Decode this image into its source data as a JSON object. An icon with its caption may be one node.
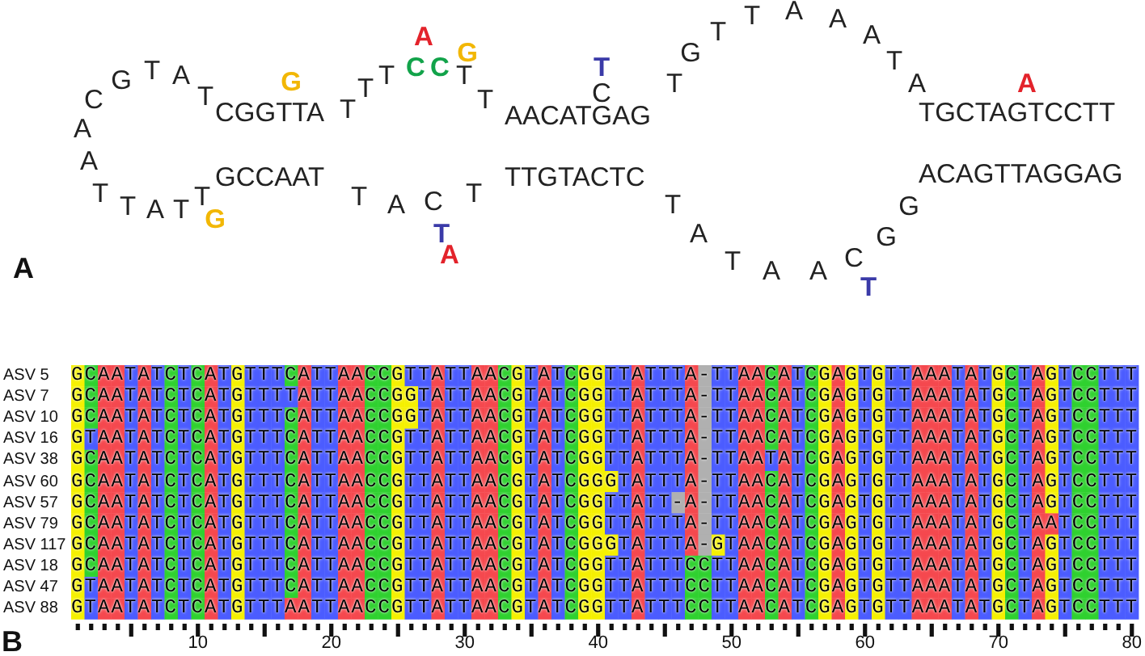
{
  "diagram": {
    "labels": [
      "A",
      "A",
      "C",
      "T",
      "G",
      "T",
      "T",
      "A",
      "A",
      "T",
      "T",
      "T",
      "G",
      "CGGTTA",
      "GCCAAT",
      "G",
      "T",
      "T",
      "T",
      "T",
      "A",
      "C",
      "A",
      "C",
      "C",
      "T",
      "A",
      "T",
      "G",
      "T",
      "T",
      "AACATGAG",
      "TTGTACTC",
      "T",
      "C",
      "T",
      "T",
      "G",
      "A",
      "T",
      "T",
      "T",
      "A",
      "A",
      "A",
      "A",
      "C",
      "T",
      "A",
      "G",
      "T",
      "G",
      "A",
      "TGCTAGTCCTT",
      "ACAGTTAGGAG",
      "A",
      "A",
      "ASV 5",
      "GCAATATCTCATGTTTCATTAACCGTTATTAACGTATCGGTTATTTA-TTAACATCGAGTGTTAAATATGCTAGTCCTTT",
      "ASV 7",
      "GCAATATCTCATGTTTTATTAACCGGTATTAACGTATCGGTTATTTA-TTAACATCGAGTGTTAAATATGCTAGTCCTTT",
      "ASV 10",
      "GCAATATCTCATGTTTCATTAACCGGTATTAACGTATCGGTTATTTA-TTAACATCGAGTGTTAAATATGCTAGTCCTTT",
      "ASV 16",
      "GTAATATCTCATGTTTCATTAACCGTTATTAACGTATCGGTTATTTA-TTAACATCGAGTGTTAAATATGCTAGTCCTTT",
      "ASV 38",
      "GCAATATCTCATGTTTCATTAACCGTTATTAACGTATCGGTTATTTA-TTAATATCGAGTGTTAAATATGCTAGTCCTTT",
      "ASV 60",
      "GCAATATCTCATGTTTCATTAACCGTTATTAACGTATCGGGTATTTA-TTAACATCGAGTGTTAAATATGCTAGTCCTTT",
      "ASV 57",
      "GCAATATCTCATGTTTCATTAACCGTTATTAACGTATCGGTTATT-A-TTAACATCGAGTGTTAAATATGCTAGTCCTTT",
      "ASV 79",
      "GCAATATCTCATGTTTCATTAACCGTTATTAACGTATCGGTTATTTA-TTAACATCGAGTGTTAAATATGCTAATCCTTT",
      "ASV 117",
      "GCAATATCTCATGTTTCATTAACCGTTATTAACGTATCGGGTATTTA-GTAACATCGAGTGTTAAATATGCTAGTCCTTT",
      "ASV 18",
      "GCAATATCTCATGTTTCATTAACCGTTATTAACGTATCGGTTATTTCCTTAACATCGAGTGTTAAATATGCTAGTCCTTT",
      "ASV 47",
      "GTAATATCTCATGTTTCATTAACCGTTATTAACGTATCGGTTATTTCCTTAACATCGAGTGTTAAATATGCTAGTCCTTT",
      "ASV 88",
      "GTAATATCTCATGTTTAATTAACCGTTATTAACGTATCGGTTATTTCCTTAACATCGAGTGTTAAATATGCTAGTCCTTT",
      "10",
      "20",
      "30",
      "40",
      "50",
      "60",
      "70",
      "80",
      "B"
    ]
  }
}
